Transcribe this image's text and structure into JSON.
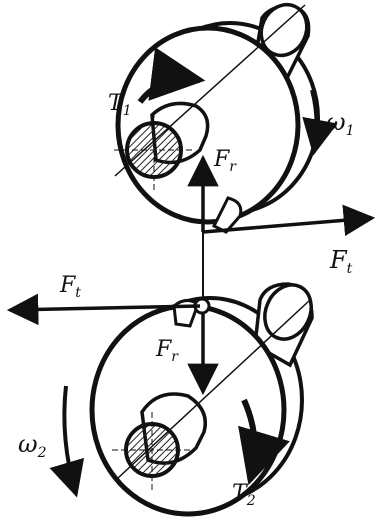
{
  "colors": {
    "ink": "#111111",
    "hatch": "#222222",
    "paper": "#ffffff"
  },
  "labels": {
    "torque_upper": {
      "main": "T",
      "sub": "1"
    },
    "torque_lower": {
      "main": "T",
      "sub": "2"
    },
    "omega_upper": {
      "main": "ω",
      "sub": "1"
    },
    "omega_lower": {
      "main": "ω",
      "sub": "2"
    },
    "radial_force_upper": {
      "main": "F",
      "sub": "r"
    },
    "radial_force_lower": {
      "main": "F",
      "sub": "r"
    },
    "tangential_force_upper": {
      "main": "F",
      "sub": "t"
    },
    "tangential_force_lower": {
      "main": "F",
      "sub": "t"
    }
  }
}
